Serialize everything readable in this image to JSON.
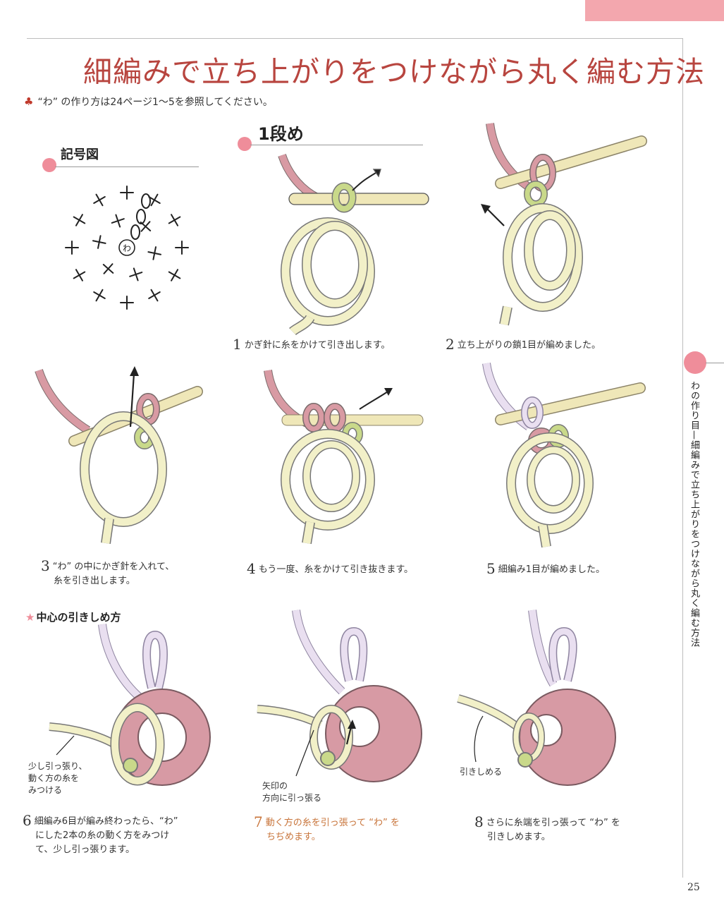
{
  "page": {
    "title": "細編みで立ち上がりをつけながら丸く編む方法",
    "note": "“わ” の作り方は24ページ1～5を参照してください。",
    "page_number": "25",
    "side_title": "わの作り目—細編みで立ち上がりをつけながら丸く編む方法"
  },
  "symbol_chart": {
    "label": "記号図",
    "center_mark": "わ"
  },
  "row1": {
    "label": "1段め"
  },
  "steps": [
    {
      "num": "1",
      "text": "かぎ針に糸をかけて引き出します。"
    },
    {
      "num": "2",
      "text": "立ち上がりの鎖1目が編めました。"
    },
    {
      "num": "3",
      "text_line1": "“わ” の中にかぎ針を入れて、",
      "text_line2": "糸を引き出します。"
    },
    {
      "num": "4",
      "text": "もう一度、糸をかけて引き抜きます。"
    },
    {
      "num": "5",
      "text": "細編み1目が編めました。"
    },
    {
      "num": "6",
      "text_line1": "細編み6目が編み終わったら、“わ”",
      "text_line2": "にした2本の糸の動く方をみつけ",
      "text_line3": "て、少し引っ張ります。"
    },
    {
      "num": "7",
      "text_line1": "動く方の糸を引っ張って “わ” を",
      "text_line2": "ちぢめます。"
    },
    {
      "num": "8",
      "text_line1": "さらに糸端を引っ張って “わ” を",
      "text_line2": "引きしめます。"
    }
  ],
  "center_tighten": {
    "label": "中心の引きしめ方",
    "annotation_6_l1": "少し引っ張り、",
    "annotation_6_l2": "動く方の糸を",
    "annotation_6_l3": "みつける",
    "annotation_7_l1": "矢印の",
    "annotation_7_l2": "方向に引っ張る",
    "annotation_8": "引きしめる"
  },
  "colors": {
    "accent_pink": "#ef8d9a",
    "title_red": "#b8453f",
    "yarn_cream": "#f2f0c8",
    "yarn_pink": "#d89aa3",
    "yarn_lavender": "#e9dff0",
    "stitch_green": "#c9d98a",
    "hook": "#efe7b8"
  }
}
